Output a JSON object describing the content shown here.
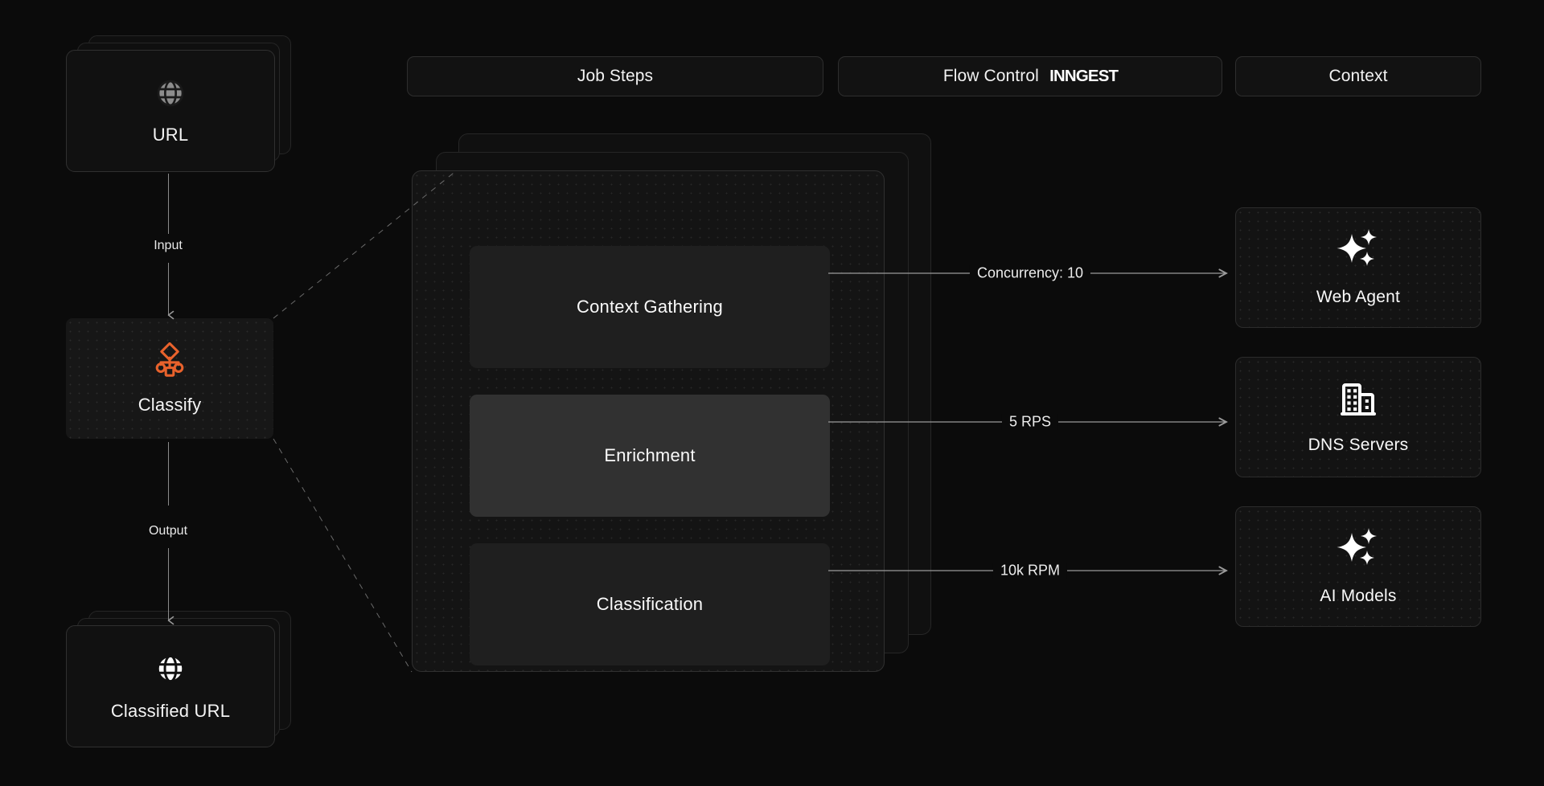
{
  "header": {
    "tabs": [
      {
        "id": "job-steps",
        "label": "Job Steps"
      },
      {
        "id": "flow-control",
        "label": "Flow Control",
        "brand": "INNGEST"
      },
      {
        "id": "context",
        "label": "Context"
      }
    ]
  },
  "left_flow": {
    "input_node": {
      "label": "URL",
      "icon": "globe-icon"
    },
    "input_edge_label": "Input",
    "process_node": {
      "label": "Classify",
      "icon": "workflow-icon",
      "accent": "#E8622C"
    },
    "output_edge_label": "Output",
    "output_node": {
      "label": "Classified URL",
      "icon": "globe-icon"
    }
  },
  "job_panel": {
    "steps": [
      {
        "label": "Context Gathering",
        "active": false
      },
      {
        "label": "Enrichment",
        "active": true
      },
      {
        "label": "Classification",
        "active": false
      }
    ]
  },
  "connectors": [
    {
      "label": "Concurrency: 10",
      "from": "Context Gathering",
      "to": "Web Agent"
    },
    {
      "label": "5 RPS",
      "from": "Enrichment",
      "to": "DNS Servers"
    },
    {
      "label": "10k RPM",
      "from": "Classification",
      "to": "AI Models"
    }
  ],
  "context_cards": [
    {
      "label": "Web Agent",
      "icon": "sparkles-icon"
    },
    {
      "label": "DNS Servers",
      "icon": "building-icon"
    },
    {
      "label": "AI Models",
      "icon": "sparkles-icon"
    }
  ],
  "colors": {
    "background": "#0b0b0b",
    "card": "#111111",
    "border": "#2e2e2e",
    "accent": "#E8622C",
    "text": "#fafafa",
    "line": "#8a8a8a"
  }
}
